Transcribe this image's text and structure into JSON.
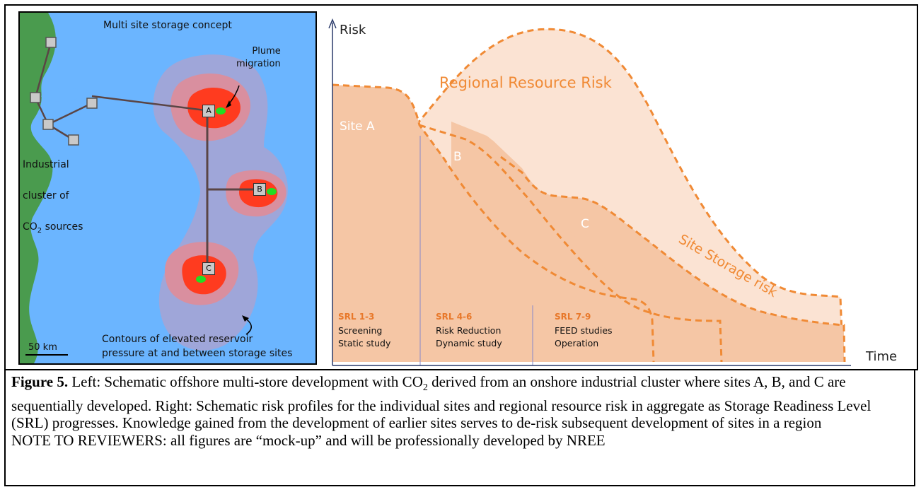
{
  "left_panel": {
    "title": "Multi site storage concept",
    "plume_label": "Plume\nmigration",
    "cluster_label_line1": "Industrial",
    "cluster_label_line2": "cluster of",
    "cluster_label_line3": "CO",
    "cluster_label_sub": "2",
    "cluster_label_line3_end": " sources",
    "contours_label": "Contours of elevated reservoir\npressure at and between storage sites",
    "scale_label": "50 km",
    "site_labels": [
      "A",
      "B",
      "C"
    ],
    "colors": {
      "sea": "#6bb5ff",
      "land": "#4a9b4e",
      "pipeline": "#5a4545",
      "pressure_outer": "#9fa6d9",
      "pressure_mid": "#d98f9f",
      "pressure_inner": "#ff3b1f",
      "plume": "#22dd22"
    }
  },
  "right_panel": {
    "y_axis_label": "Risk",
    "x_axis_label": "Time",
    "regional_label": "Regional Resource Risk",
    "site_storage_label": "Site Storage risk",
    "site_a": "Site A",
    "site_b": "B",
    "site_c": "C",
    "stages": [
      {
        "srl": "SRL 1-3",
        "line1": "Screening",
        "line2": "Static study"
      },
      {
        "srl": "SRL 4-6",
        "line1": "Risk Reduction",
        "line2": "Dynamic study"
      },
      {
        "srl": "SRL 7-9",
        "line1": "FEED studies",
        "line2": "Operation"
      }
    ],
    "colors": {
      "fill": "#f5c6a5",
      "regional_fill": "#fbe3d3",
      "dash": "#f08a35",
      "srl_text": "#e8782a"
    }
  },
  "caption": {
    "label": "Figure 5.",
    "text_1": " Left: Schematic offshore multi-store development with CO",
    "sub": "2",
    "text_2": " derived from an onshore industrial cluster where sites A, B, and C are sequentially developed. Right: Schematic risk profiles for the individual sites and regional resource risk in aggregate as Storage Readiness Level (SRL) progresses. Knowledge gained from the development of earlier sites serves to de-risk subsequent development of sites in a region",
    "note": "NOTE TO REVIEWERS: all figures are “mock-up” and will be professionally developed by NREE"
  }
}
